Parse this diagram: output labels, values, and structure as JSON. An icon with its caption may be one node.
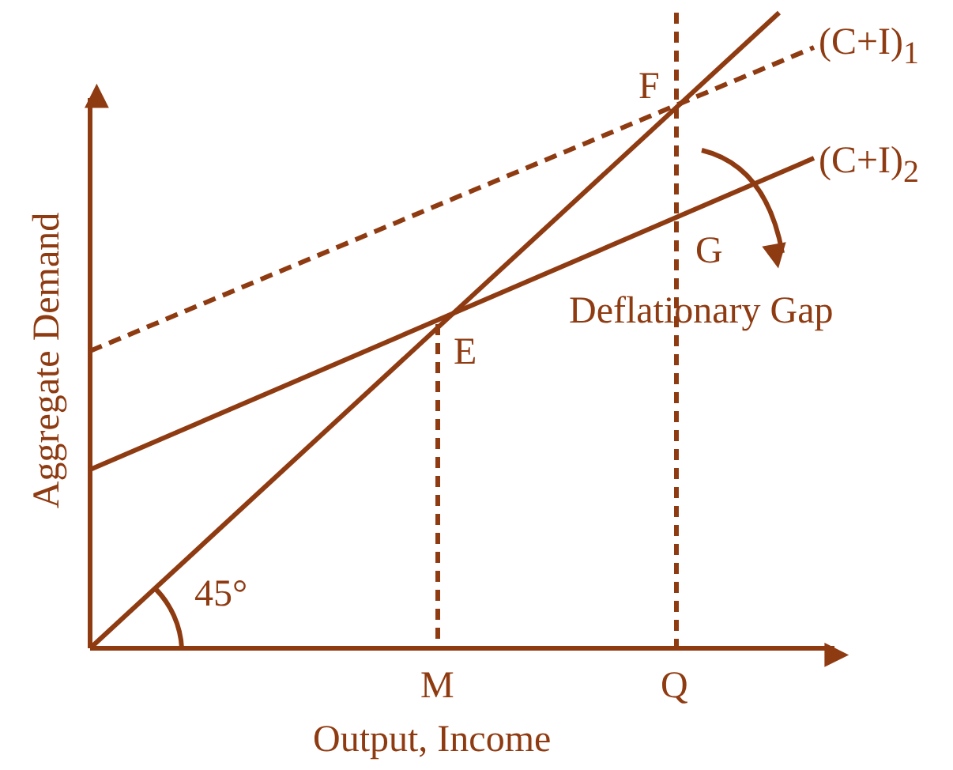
{
  "diagram": {
    "labels": [
      "(C+I)$_{1}$",
      "F",
      "(C+I)$_{2}$",
      "Aggregate Demand",
      "G",
      "Deflationary Gap",
      "E",
      "45°",
      "M",
      "Q",
      "Output, Income"
    ]
  }
}
